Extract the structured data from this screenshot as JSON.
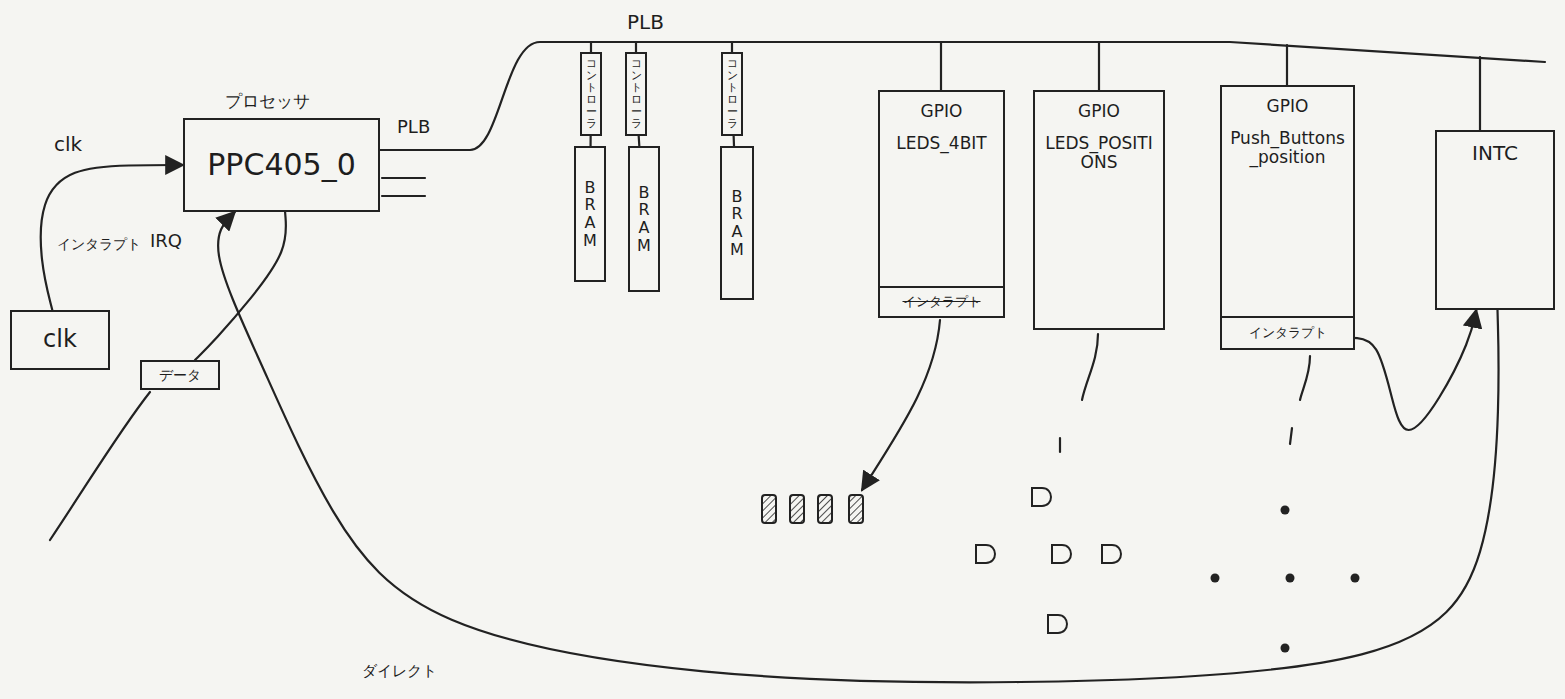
{
  "diagram": {
    "nodes": [
      {
        "text": [
          "プロセッサ",
          "PPC405_0"
        ]
      },
      {
        "text": [
          "clk"
        ]
      },
      {
        "text": [
          "データ"
        ]
      },
      {
        "text": [
          "コントローラ"
        ]
      },
      {
        "text": [
          "BRAM"
        ]
      },
      {
        "text": [
          "コントローラ"
        ]
      },
      {
        "text": [
          "BRAM"
        ]
      },
      {
        "text": [
          "コントローラ"
        ]
      },
      {
        "text": [
          "BRAM"
        ]
      },
      {
        "text": [
          "GPIO",
          "LEDS_4BIT"
        ]
      },
      {
        "text": [
          "インタラプト"
        ],
        "in": 9
      },
      {
        "text": [
          "GPIO",
          "LEDS_POSITIONS"
        ]
      },
      {
        "text": [
          "GPIO",
          "Push_Buttons_position"
        ]
      },
      {
        "text": [
          "インタラプト"
        ],
        "in": 12
      },
      {
        "text": [
          "INTC"
        ]
      }
    ],
    "edges": [
      {
        "from": 1,
        "to": 0,
        "arrow": "to",
        "label": "clk"
      },
      {
        "from": 0,
        "to": 2,
        "arrow": "none"
      },
      {
        "from": 3,
        "to": 4,
        "arrow": "none"
      },
      {
        "from": 5,
        "to": 6,
        "arrow": "none"
      },
      {
        "from": 7,
        "to": 8,
        "arrow": "none"
      },
      {
        "from": 13,
        "to": 14,
        "arrow": "to"
      },
      {
        "from": 14,
        "to": 0,
        "arrow": "to"
      }
    ],
    "labels": [
      "PLB",
      "PLB",
      "インタラプト",
      "IRQ",
      "ダイレクト"
    ]
  }
}
